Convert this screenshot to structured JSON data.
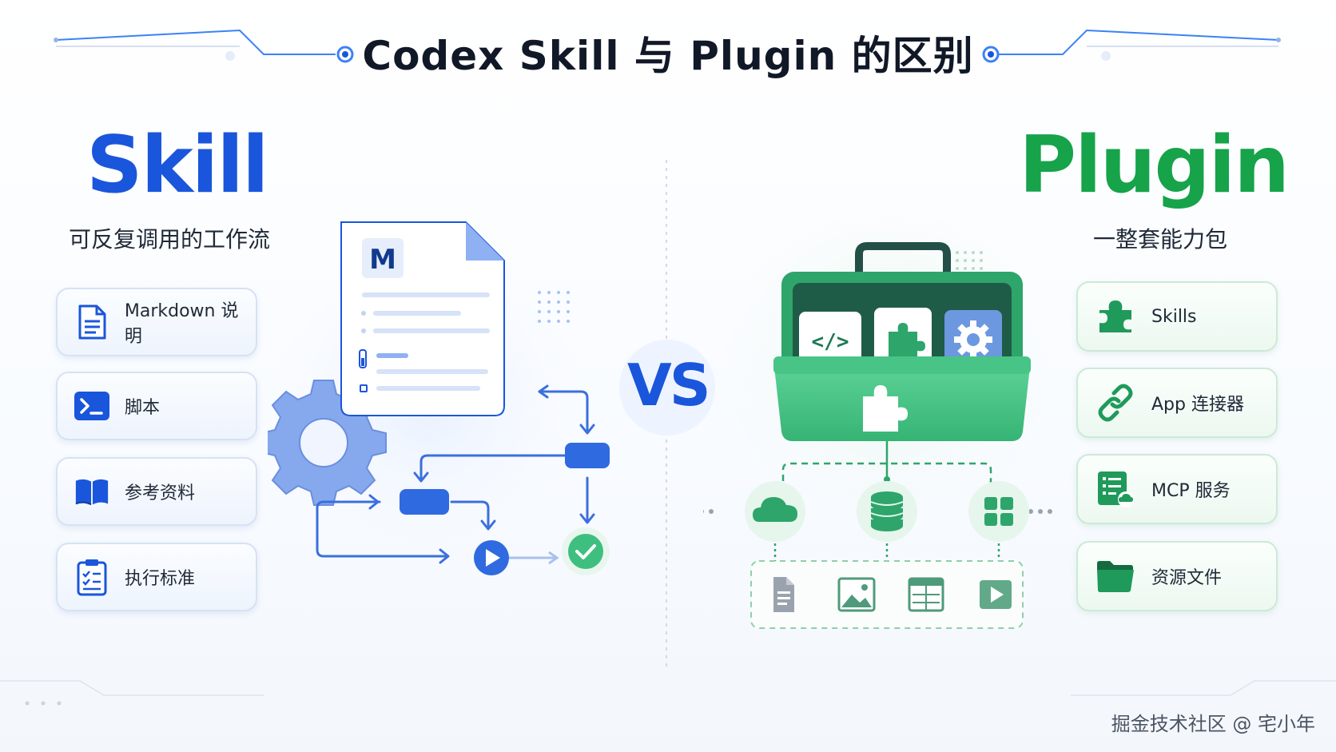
{
  "title": "Codex Skill 与 Plugin 的区别",
  "skill": {
    "title": "Skill",
    "subtitle": "可反复调用的工作流",
    "items": [
      {
        "label": "Markdown 说明",
        "icon": "document-icon"
      },
      {
        "label": "脚本",
        "icon": "terminal-icon"
      },
      {
        "label": "参考资料",
        "icon": "book-icon"
      },
      {
        "label": "执行标准",
        "icon": "clipboard-checklist-icon"
      }
    ],
    "doc_badge": "M"
  },
  "vs": "VS",
  "plugin": {
    "title": "Plugin",
    "subtitle": "一整套能力包",
    "items": [
      {
        "label": "Skills",
        "icon": "puzzle-icon"
      },
      {
        "label": "App 连接器",
        "icon": "link-icon"
      },
      {
        "label": "MCP 服务",
        "icon": "server-list-icon"
      },
      {
        "label": "资源文件",
        "icon": "folder-icon"
      }
    ],
    "toolbox_code_glyph": "</>"
  },
  "watermark": "掘金技术社区 @ 宅小年",
  "colors": {
    "skill_blue": "#1a56db",
    "plugin_green": "#16a34a",
    "toolbox_green": "#3fbf7f"
  }
}
